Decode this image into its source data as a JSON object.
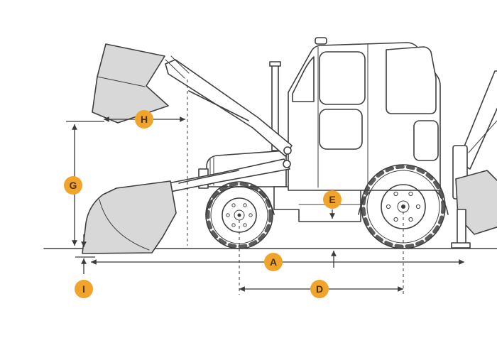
{
  "diagram": {
    "labels": {
      "A": "A",
      "D": "D",
      "E": "E",
      "G": "G",
      "H": "H",
      "I": "I"
    },
    "colors": {
      "background": "#ffffff",
      "line": "#3f3f3f",
      "dimension": "#3a3a3a",
      "bucket_fill": "#d8d8d8",
      "badge_fill": "#f0a42c",
      "badge_text": "#4a3410"
    }
  }
}
